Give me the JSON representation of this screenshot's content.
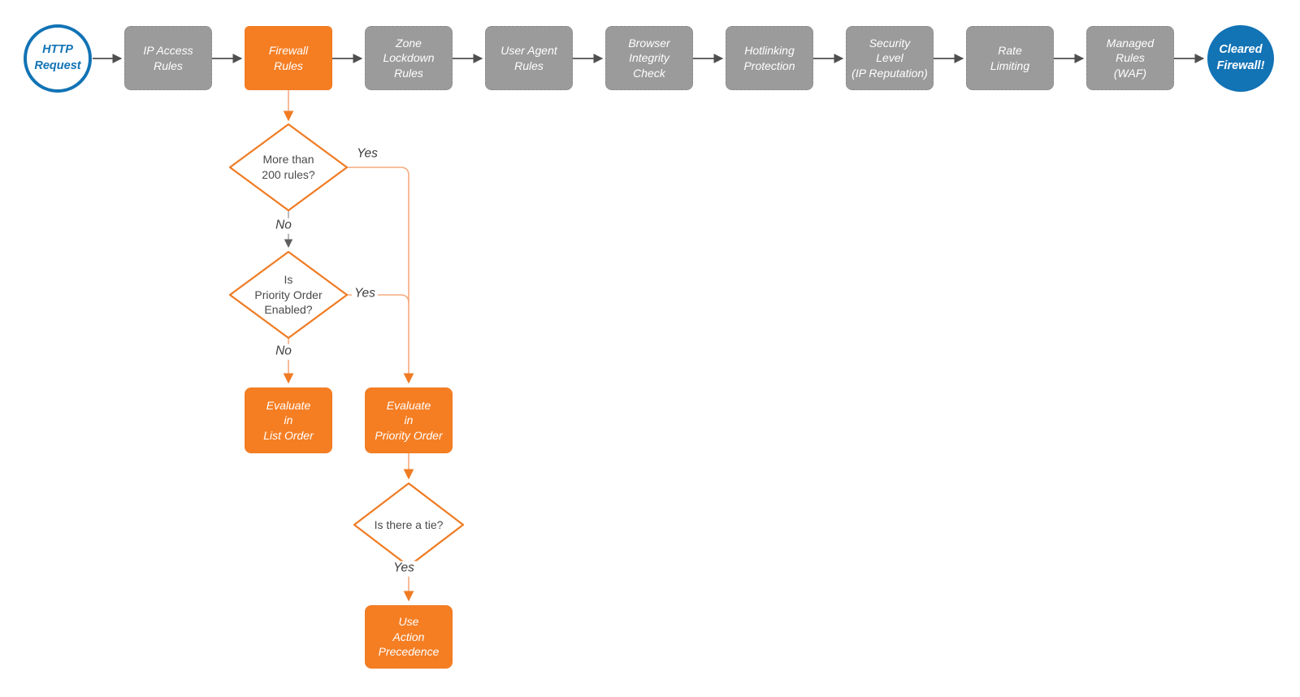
{
  "colors": {
    "orange_fill": "#f57e23",
    "orange_stroke": "#ef7b23",
    "orange_wire": "#f6aa7e",
    "gray_box": "#9b9b9b",
    "gray_wire": "#a3a3a3",
    "gray_arrowhead": "#5f5f5f",
    "dark_arrow": "#4f4f4f",
    "blue": "#1273b5",
    "diamond_text": "#4a4a4a",
    "label_text": "#3d3d3d",
    "background": "#ffffff"
  },
  "pipeline": {
    "start": {
      "label": "HTTP\nRequest"
    },
    "stages": [
      {
        "label": "IP Access\nRules",
        "style": "gray"
      },
      {
        "label": "Firewall\nRules",
        "style": "orange"
      },
      {
        "label": "Zone\nLockdown\nRules",
        "style": "gray"
      },
      {
        "label": "User Agent\nRules",
        "style": "gray"
      },
      {
        "label": "Browser\nIntegrity\nCheck",
        "style": "gray"
      },
      {
        "label": "Hotlinking\nProtection",
        "style": "gray"
      },
      {
        "label": "Security\nLevel\n(IP Reputation)",
        "style": "gray"
      },
      {
        "label": "Rate\nLimiting",
        "style": "gray"
      },
      {
        "label": "Managed\nRules\n(WAF)",
        "style": "gray"
      }
    ],
    "end": {
      "label": "Cleared\nFirewall!"
    }
  },
  "firewall_branch": {
    "decision_rule_count": {
      "question": "More than\n200 rules?",
      "yes_label": "Yes",
      "no_label": "No"
    },
    "decision_priority_order": {
      "question": "Is\nPriority Order\nEnabled?",
      "yes_label": "Yes",
      "no_label": "No"
    },
    "evaluate_list_order": {
      "label": "Evaluate\nin\nList Order"
    },
    "evaluate_priority_order": {
      "label": "Evaluate\nin\nPriority Order"
    },
    "decision_tie": {
      "question": "Is there a tie?",
      "yes_label": "Yes"
    },
    "use_action_precedence": {
      "label": "Use\nAction\nPrecedence"
    }
  }
}
